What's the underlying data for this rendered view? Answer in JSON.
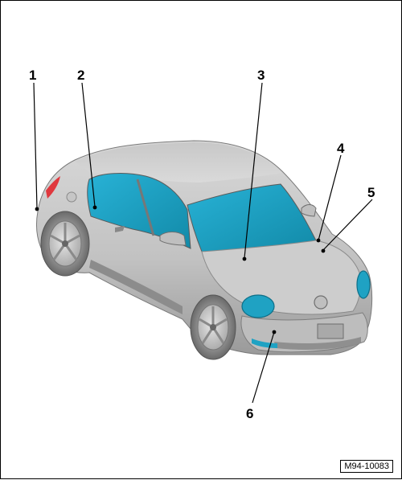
{
  "diagram": {
    "callouts": [
      {
        "label": "1"
      },
      {
        "label": "2"
      },
      {
        "label": "3"
      },
      {
        "label": "4"
      },
      {
        "label": "5"
      },
      {
        "label": "6"
      }
    ],
    "reference_code": "M94-10083",
    "colors": {
      "body": "#c9c9c9",
      "body_shade": "#9e9e9e",
      "body_dark": "#6f6f6f",
      "glass": "#1ea5c8",
      "glass_dark": "#137f9c",
      "light": "#1fa2c3",
      "tail_light": "#e0383e",
      "line": "#000000"
    }
  }
}
